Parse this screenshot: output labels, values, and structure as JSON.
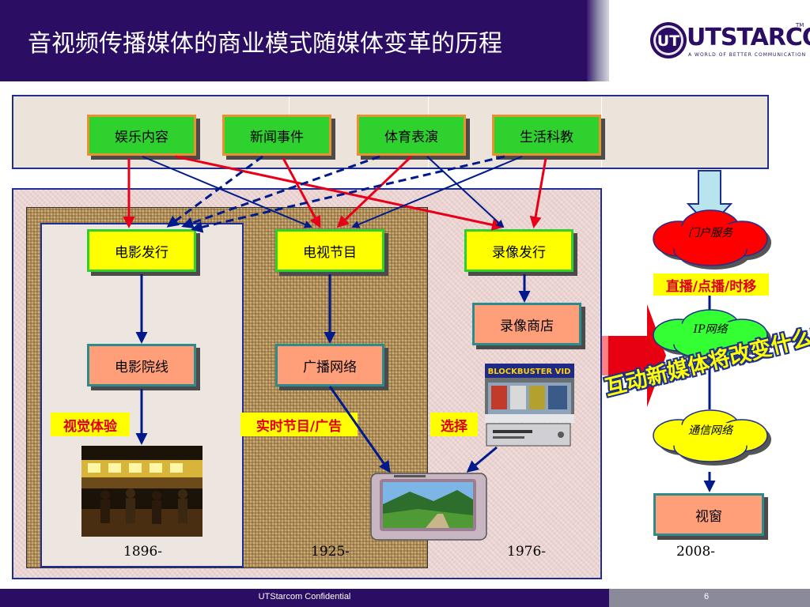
{
  "header": {
    "title": "音视频传播媒体的商业模式随媒体变革的历程"
  },
  "logo": {
    "mark": "UT",
    "word": "UTSTARCOM",
    "tm": "TM",
    "tagline": "A WORLD OF BETTER COMMUNICATION"
  },
  "content_sources": [
    "娱乐内容",
    "新闻事件",
    "体育表演",
    "生活科教"
  ],
  "distribution": {
    "film": "电影发行",
    "tv": "电视节目",
    "video": "录像发行"
  },
  "channels": {
    "cinema": "电影院线",
    "broadcast": "广播网络",
    "video_store": "录像商店"
  },
  "labels": {
    "visual": "视觉体验",
    "realtime": "实时节目/广告",
    "choice": "选择"
  },
  "store_sign": "BLOCKBUSTER VID",
  "years": [
    "1896-",
    "1925-",
    "1976-",
    "2008-"
  ],
  "future": {
    "portal": "门户服务",
    "live": "直播/点播/时移",
    "ip": "IP网络",
    "telecom": "通信网络",
    "window": "视窗",
    "question": "互动新媒体将改变什么？"
  },
  "colors": {
    "title_bg": "#2b0d63",
    "arrow_red": "#e8001a",
    "arrow_blue": "#001a8c",
    "cloud_red": "#ff0000",
    "cloud_green": "#33ff33",
    "cloud_yellow": "#ffff00"
  },
  "footer": {
    "confidential": "UTStarcom Confidential",
    "page": "6"
  }
}
